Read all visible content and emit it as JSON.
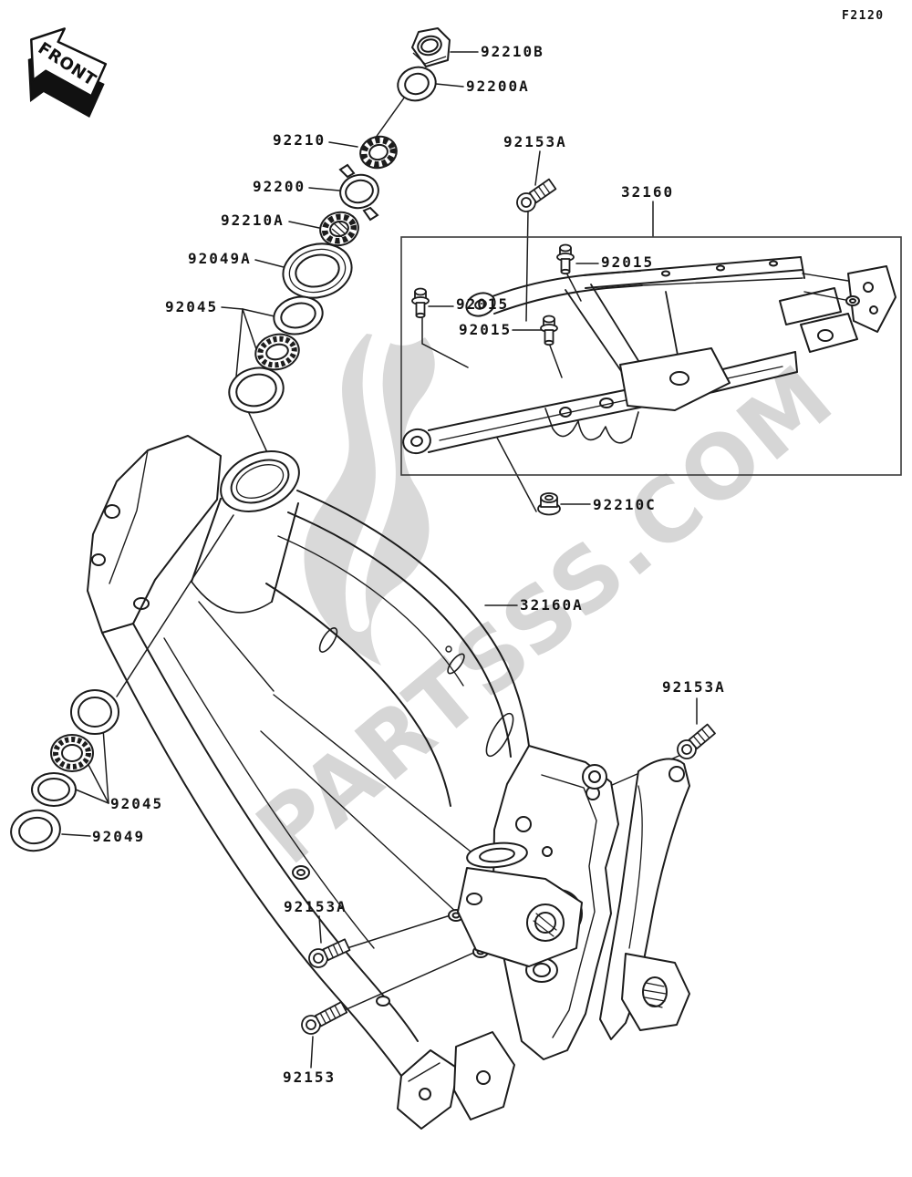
{
  "diagram": {
    "code": "F2120",
    "type": "parts-diagram",
    "subject": "motorcycle frame",
    "background_color": "#ffffff",
    "line_color": "#1c1c1c",
    "watermark_color": "#d6d6d6"
  },
  "front_arrow": {
    "label": "FRONT"
  },
  "watermark": {
    "text": "PARTSSS.COM"
  },
  "part_labels": [
    {
      "text": "92210B",
      "part": "steering-stem-locknut"
    },
    {
      "text": "92200A",
      "part": "washer"
    },
    {
      "text": "92210",
      "part": "castellated-nut"
    },
    {
      "text": "92200",
      "part": "claw-washer"
    },
    {
      "text": "92210A",
      "part": "castellated-nut"
    },
    {
      "text": "92049A",
      "part": "oil-seal"
    },
    {
      "text": "92045",
      "part": "upper-bearing-set"
    },
    {
      "text": "92153A",
      "part": "bolt"
    },
    {
      "text": "32160",
      "part": "rear-subframe"
    },
    {
      "text": "92015",
      "part": "nut-bolt"
    },
    {
      "text": "92015",
      "part": "nut-bolt"
    },
    {
      "text": "92015",
      "part": "nut-bolt"
    },
    {
      "text": "92210C",
      "part": "flanged-nut"
    },
    {
      "text": "32160A",
      "part": "main-frame"
    },
    {
      "text": "92153A",
      "part": "bolt"
    },
    {
      "text": "92045",
      "part": "lower-bearing-set"
    },
    {
      "text": "92049",
      "part": "oil-seal"
    },
    {
      "text": "92153A",
      "part": "bolt"
    },
    {
      "text": "92153",
      "part": "bolt"
    }
  ]
}
